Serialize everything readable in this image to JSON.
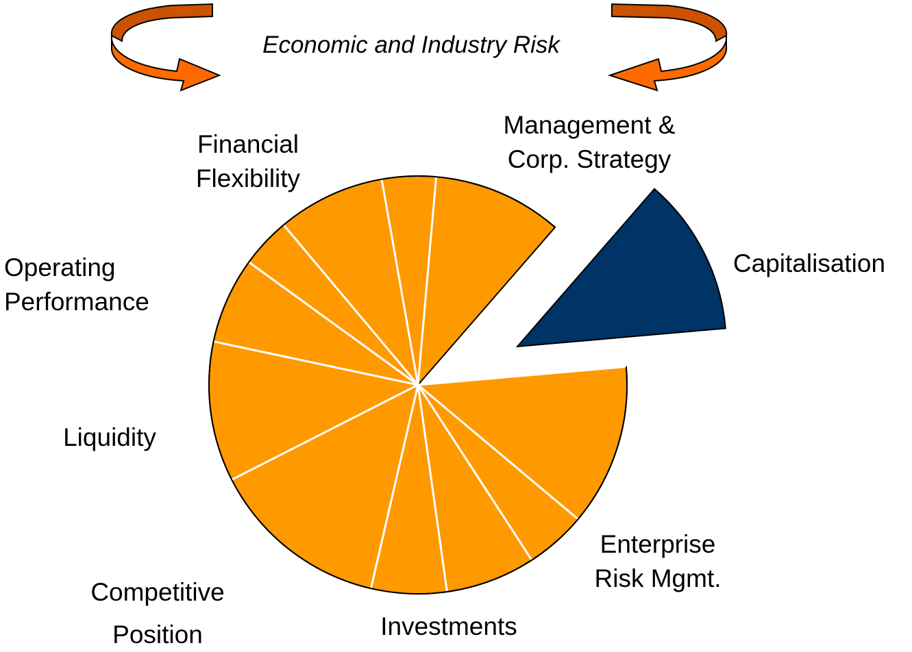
{
  "banner": {
    "text": "Economic and Industry Risk"
  },
  "colors": {
    "slice": "#FF9900",
    "exploded": "#003366",
    "arrow_face": "#FF6A00",
    "arrow_side": "#CC5200",
    "divider": "#ffffff"
  },
  "icons": {
    "left_arrow": "curved-arrow-icon",
    "right_arrow": "curved-arrow-icon"
  },
  "labels": {
    "financial_flexibility": [
      "Financial",
      "Flexibility"
    ],
    "management": [
      "Management &",
      "Corp. Strategy"
    ],
    "capitalisation": [
      "Capitalisation"
    ],
    "operating_performance": [
      "Operating",
      "Performance"
    ],
    "liquidity": [
      "Liquidity"
    ],
    "competitive_position": [
      "Competitive",
      "Position"
    ],
    "investments": [
      "Investments"
    ],
    "erm": [
      "Enterprise",
      "Risk Mgmt."
    ]
  }
}
